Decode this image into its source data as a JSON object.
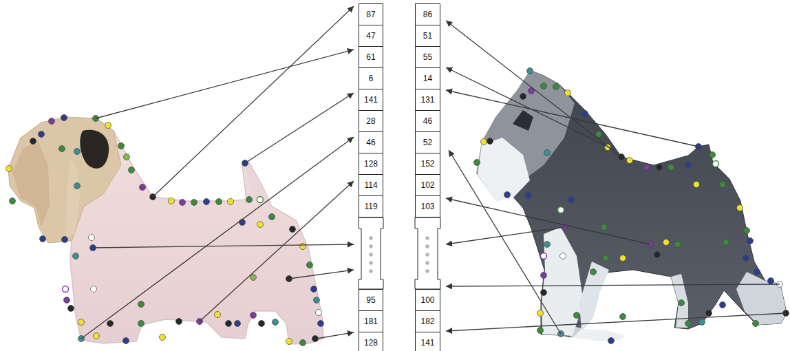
{
  "diagram": {
    "nodes": [
      {
        "text": [
          "87"
        ]
      },
      {
        "text": [
          "47"
        ]
      },
      {
        "text": [
          "61"
        ]
      },
      {
        "text": [
          "6"
        ]
      },
      {
        "text": [
          "141"
        ]
      },
      {
        "text": [
          "28"
        ]
      },
      {
        "text": [
          "46"
        ]
      },
      {
        "text": [
          "128"
        ]
      },
      {
        "text": [
          "114"
        ]
      },
      {
        "text": [
          "119"
        ]
      },
      {
        "text": [
          "95"
        ]
      },
      {
        "text": [
          "181"
        ]
      },
      {
        "text": [
          "128"
        ]
      },
      {
        "text": [
          "86"
        ]
      },
      {
        "text": [
          "51"
        ]
      },
      {
        "text": [
          "55"
        ]
      },
      {
        "text": [
          "14"
        ]
      },
      {
        "text": [
          "131"
        ]
      },
      {
        "text": [
          "46"
        ]
      },
      {
        "text": [
          "52"
        ]
      },
      {
        "text": [
          "152"
        ]
      },
      {
        "text": [
          "102"
        ]
      },
      {
        "text": [
          "103"
        ]
      },
      {
        "text": [
          "100"
        ]
      },
      {
        "text": [
          "182"
        ]
      },
      {
        "text": [
          "141"
        ]
      }
    ]
  }
}
